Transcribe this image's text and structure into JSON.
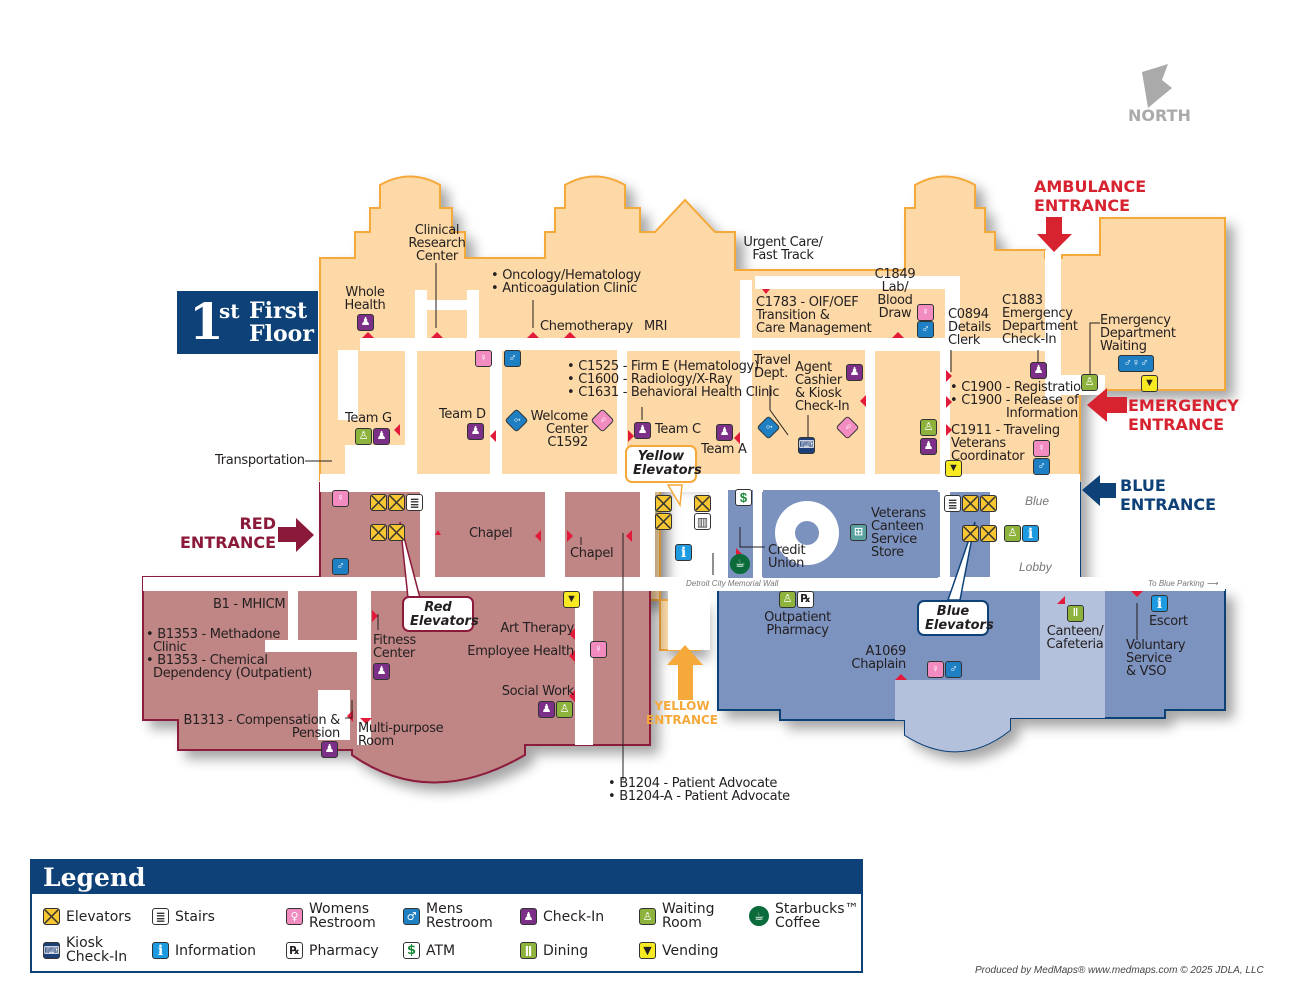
{
  "floor": {
    "number": "1",
    "suffix": "st",
    "name_line1": "First",
    "name_line2": "Floor"
  },
  "compass": {
    "label": "NORTH",
    "icon": "north-arrow-icon"
  },
  "colors": {
    "accent_navy": "#0d4177",
    "yellow_zone": "#fcd9a6",
    "yellow_outline": "#f6a93b",
    "red_zone": "#c08686",
    "red_outline": "#8b1a3a",
    "blue_zone": "#7b92bf",
    "blue_light": "#b4c1dd",
    "entrance_red": "#d7232f",
    "entrance_maroon": "#8b1a3a",
    "entrance_blue": "#0d4177",
    "entrance_yellow": "#f6a93b",
    "door_marker": "#e31b3b"
  },
  "entrances": {
    "ambulance": {
      "line1": "AMBULANCE",
      "line2": "ENTRANCE"
    },
    "emergency": {
      "line1": "EMERGENCY",
      "line2": "ENTRANCE"
    },
    "blue": {
      "line1": "BLUE",
      "line2": "ENTRANCE"
    },
    "red": {
      "line1": "RED",
      "line2": "ENTRANCE"
    },
    "yellow": {
      "line1": "YELLOW",
      "line2": "ENTRANCE"
    }
  },
  "callouts": {
    "yellow_elevators": {
      "line1": "Yellow",
      "line2": "Elevators"
    },
    "red_elevators": {
      "line1": "Red",
      "line2": "Elevators"
    },
    "blue_elevators": {
      "line1": "Blue",
      "line2": "Elevators"
    }
  },
  "locations": {
    "clinical_research": [
      "Clinical",
      "Research",
      "Center"
    ],
    "whole_health": [
      "Whole",
      "Health"
    ],
    "oncology": [
      "• Oncology/Hematology",
      "• Anticoagulation Clinic"
    ],
    "chemotherapy": "Chemotherapy",
    "mri": "MRI",
    "urgent_care": [
      "Urgent Care/",
      "Fast Track"
    ],
    "c1849": [
      "C1849",
      "Lab/",
      "Blood",
      "Draw"
    ],
    "c1783": [
      "C1783 - OIF/OEF",
      "Transition &",
      "Care Management"
    ],
    "c0894": [
      "C0894",
      "Details",
      "Clerk"
    ],
    "c1883": [
      "C1883",
      "Emergency",
      "Department",
      "Check-In"
    ],
    "ed_waiting": [
      "Emergency",
      "Department",
      "Waiting"
    ],
    "c1525_group": [
      "• C1525 - Firm E (Hematology)",
      "• C1600 - Radiology/X-Ray",
      "• C1631 - Behavioral Health Clinic"
    ],
    "travel": [
      "Travel",
      "Dept."
    ],
    "agent_cashier": [
      "Agent",
      "Cashier",
      "& Kiosk",
      "Check-In"
    ],
    "c1900": [
      "• C1900 - Registration",
      "• C1900 - Release of",
      "Information"
    ],
    "c1911": [
      "C1911 - Traveling",
      "Veterans",
      "Coordinator"
    ],
    "team_g": "Team G",
    "team_d": "Team D",
    "welcome": [
      "Welcome",
      "Center",
      "C1592"
    ],
    "team_c": "Team C",
    "team_a": "Team A",
    "transportation": "Transportation",
    "chapel_1": "Chapel",
    "chapel_2": "Chapel",
    "credit_union": [
      "Credit",
      "Union"
    ],
    "canteen_store": [
      "Veterans",
      "Canteen",
      "Service",
      "Store"
    ],
    "blue_lobby_1": "Blue",
    "blue_lobby_2": "Lobby",
    "memorial_wall": "Detroit City Memorial Wall",
    "to_blue_parking": "To Blue Parking ⟶",
    "b1_mhicm": "B1 - MHICM",
    "b1353": [
      "• B1353 - Methadone",
      "Clinic",
      "• B1353 - Chemical",
      "Dependency (Outpatient)"
    ],
    "fitness": [
      "Fitness",
      "Center"
    ],
    "b1313": [
      "B1313 - Compensation &",
      "Pension"
    ],
    "multipurpose": [
      "Multi-purpose",
      "Room"
    ],
    "art_therapy": "Art Therapy",
    "employee_health": "Employee Health",
    "social_work": "Social Work",
    "b1204": [
      "• B1204 - Patient Advocate",
      "• B1204-A - Patient Advocate"
    ],
    "outpatient_pharmacy": [
      "Outpatient",
      "Pharmacy"
    ],
    "a1069": [
      "A1069",
      "Chaplain"
    ],
    "canteen_cafeteria": [
      "Canteen/",
      "Cafeteria"
    ],
    "escort": "Escort",
    "voluntary": [
      "Voluntary",
      "Service",
      "& VSO"
    ]
  },
  "legend": {
    "title": "Legend",
    "items": [
      {
        "icon": "elevator-icon",
        "label": [
          "Elevators"
        ]
      },
      {
        "icon": "stairs-icon",
        "label": [
          "Stairs"
        ]
      },
      {
        "icon": "womens-restroom-icon",
        "label": [
          "Womens",
          "Restroom"
        ]
      },
      {
        "icon": "mens-restroom-icon",
        "label": [
          "Mens",
          "Restroom"
        ]
      },
      {
        "icon": "check-in-icon",
        "label": [
          "Check-In"
        ]
      },
      {
        "icon": "waiting-room-icon",
        "label": [
          "Waiting",
          "Room"
        ]
      },
      {
        "icon": "starbucks-icon",
        "label": [
          "Starbucks™",
          "Coffee"
        ]
      },
      {
        "icon": "kiosk-check-in-icon",
        "label": [
          "Kiosk",
          "Check-In"
        ]
      },
      {
        "icon": "information-icon",
        "label": [
          "Information"
        ]
      },
      {
        "icon": "pharmacy-icon",
        "label": [
          "Pharmacy"
        ]
      },
      {
        "icon": "atm-icon",
        "label": [
          "ATM"
        ]
      },
      {
        "icon": "dining-icon",
        "label": [
          "Dining"
        ]
      },
      {
        "icon": "vending-icon",
        "label": [
          "Vending"
        ]
      }
    ]
  },
  "glyphs": {
    "info": "i",
    "atm": "$",
    "rx": "℞",
    "dining": "ǁ"
  },
  "footer": {
    "credit": "Produced by MedMaps®  www.medmaps.com   © 2025 JDLA, LLC"
  }
}
